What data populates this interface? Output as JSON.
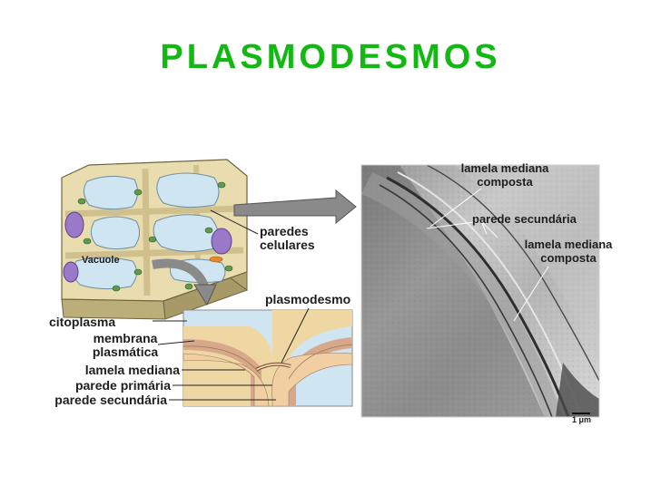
{
  "title": "PLASMODESMOS",
  "labels": {
    "vacuole": "Vacuole",
    "paredes_celulares": [
      "paredes",
      "celulares"
    ],
    "plasmodesmo": "plasmodesmo",
    "citoplasma": "citoplasma",
    "membrana_plasmatica": [
      "membrana",
      "plasmática"
    ],
    "lamela_mediana": "lamela mediana",
    "parede_primaria": "parede primária",
    "parede_secundaria": "parede secundária",
    "micro_lamela_mediana_top": [
      "lamela mediana",
      "composta"
    ],
    "micro_parede_secundaria": "parede secundária",
    "micro_lamela_mediana_right": [
      "lamela mediana",
      "composta"
    ],
    "scale_bar": "1 μm"
  },
  "colors": {
    "title": "#13b913",
    "cell_wall": "#e9dcae",
    "vacuole": "#cfe6f2",
    "nucleus": "#9a79c9",
    "chloroplast": "#5f9a4f",
    "micrograph_dark": "#3a3a3a",
    "micrograph_light": "#bdbdbd"
  }
}
